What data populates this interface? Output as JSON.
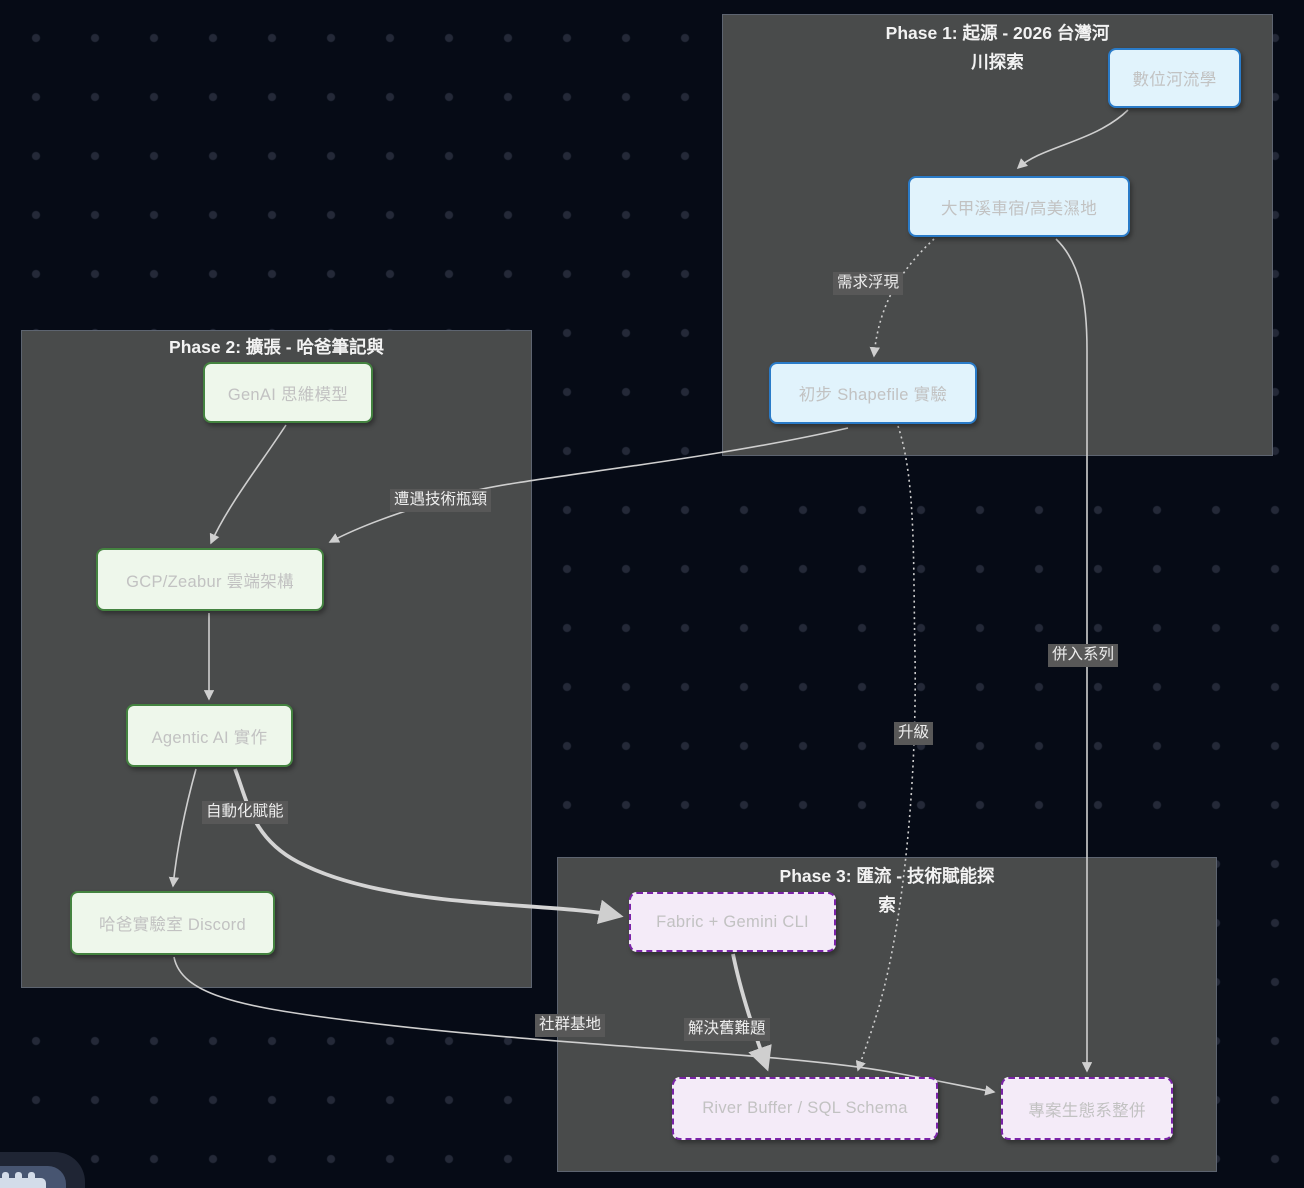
{
  "diagram": {
    "phases": [
      {
        "id": "phase1",
        "title_lines": [
          "Phase 1: 起源 - 2026 台灣河",
          "川探索"
        ]
      },
      {
        "id": "phase2",
        "title_lines": [
          "Phase 2: 擴張 - 哈爸筆記與",
          ""
        ]
      },
      {
        "id": "phase3",
        "title_lines": [
          "Phase 3: 匯流 - 技術賦能探",
          "索"
        ]
      }
    ],
    "nodes": [
      {
        "id": "digital-riverology",
        "label": "數位河流學",
        "style": "blue"
      },
      {
        "id": "dajia-gaomei",
        "label": "大甲溪車宿/高美濕地",
        "style": "blue"
      },
      {
        "id": "shapefile-experiment",
        "label": "初步 Shapefile 實驗",
        "style": "blue"
      },
      {
        "id": "genai-mental-model",
        "label": "GenAI 思維模型",
        "style": "green"
      },
      {
        "id": "gcp-zeabur",
        "label": "GCP/Zeabur 雲端架構",
        "style": "green"
      },
      {
        "id": "agentic-ai",
        "label": "Agentic AI 實作",
        "style": "green"
      },
      {
        "id": "hapa-lab-discord",
        "label": "哈爸實驗室 Discord",
        "style": "green"
      },
      {
        "id": "fabric-gemini-cli",
        "label": "Fabric + Gemini CLI",
        "style": "purple"
      },
      {
        "id": "river-buffer-sql",
        "label": "River Buffer / SQL Schema",
        "style": "purple"
      },
      {
        "id": "ecosystem-integration",
        "label": "專案生態系整併",
        "style": "purple"
      }
    ],
    "edge_labels": [
      {
        "id": "demand-emerges",
        "text": "需求浮現"
      },
      {
        "id": "technical-bottleneck",
        "text": "遭遇技術瓶頸"
      },
      {
        "id": "merge-into-series",
        "text": "併入系列"
      },
      {
        "id": "upgrade",
        "text": "升級"
      },
      {
        "id": "automation-enablement",
        "text": "自動化賦能"
      },
      {
        "id": "community-base",
        "text": "社群基地"
      },
      {
        "id": "solve-old-problems",
        "text": "解決舊難題"
      }
    ],
    "colors": {
      "background": "#060b16",
      "dot_grid": "#242938",
      "subgraph_fill": "#494b4b",
      "blue_node_fill": "#e1f3fc",
      "blue_node_border": "#2a7bc8",
      "green_node_fill": "#eef7eb",
      "green_node_border": "#448340",
      "purple_node_fill": "#f4ebf8",
      "purple_node_border": "#7a23a8",
      "edge_stroke": "#cfcfcf",
      "edge_label_bg": "#585858",
      "node_text": "#c2c2c2",
      "title_text": "#f2f2f2"
    }
  }
}
